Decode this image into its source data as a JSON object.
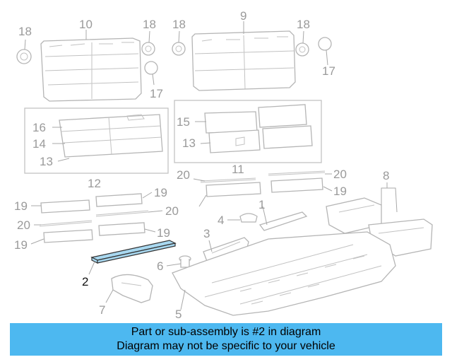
{
  "diagram": {
    "callouts": [
      {
        "id": "c18a",
        "text": "18"
      },
      {
        "id": "c10",
        "text": "10"
      },
      {
        "id": "c18b",
        "text": "18"
      },
      {
        "id": "c17a",
        "text": "17"
      },
      {
        "id": "c18c",
        "text": "18"
      },
      {
        "id": "c9",
        "text": "9"
      },
      {
        "id": "c18d",
        "text": "18"
      },
      {
        "id": "c17b",
        "text": "17"
      },
      {
        "id": "c16",
        "text": "16"
      },
      {
        "id": "c14",
        "text": "14"
      },
      {
        "id": "c13a",
        "text": "13"
      },
      {
        "id": "c12",
        "text": "12"
      },
      {
        "id": "c15",
        "text": "15"
      },
      {
        "id": "c13b",
        "text": "13"
      },
      {
        "id": "c11",
        "text": "11"
      },
      {
        "id": "c20a",
        "text": "20"
      },
      {
        "id": "c20b",
        "text": "20"
      },
      {
        "id": "c8",
        "text": "8"
      },
      {
        "id": "c19a",
        "text": "19"
      },
      {
        "id": "c19b",
        "text": "19"
      },
      {
        "id": "c19c",
        "text": "19"
      },
      {
        "id": "c4",
        "text": "4"
      },
      {
        "id": "c1",
        "text": "1"
      },
      {
        "id": "c20c",
        "text": "20"
      },
      {
        "id": "c20d",
        "text": "20"
      },
      {
        "id": "c19d",
        "text": "19"
      },
      {
        "id": "c19e",
        "text": "19"
      },
      {
        "id": "c3",
        "text": "3"
      },
      {
        "id": "c6",
        "text": "6"
      },
      {
        "id": "c2",
        "text": "2"
      },
      {
        "id": "c7",
        "text": "7"
      },
      {
        "id": "c5",
        "text": "5"
      }
    ],
    "highlight_color": "#a8d8f0",
    "highlighted_part": "2"
  },
  "banner": {
    "line1": "Part or sub-assembly is #2 in diagram",
    "line2": "Diagram may not be specific to your vehicle",
    "color": "#4db8f0"
  }
}
